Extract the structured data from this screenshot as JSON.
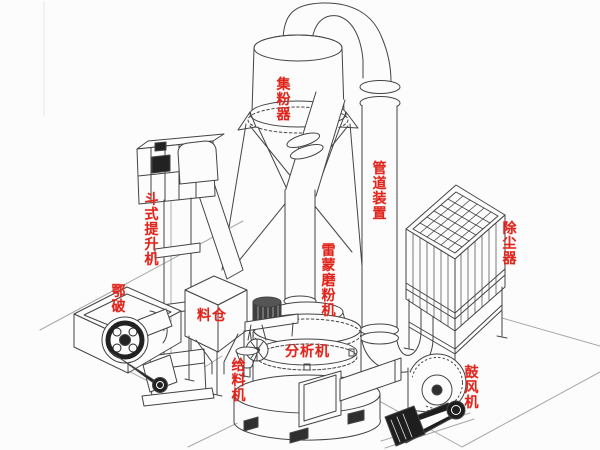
{
  "diagram": {
    "kind": "isometric technical line drawing of Raymond mill grinding production line",
    "background_color": "#fcfcfc",
    "line_color": "#444444",
    "label_color": "#e0251c",
    "labels": [
      {
        "name": "cyclone-powder-collector",
        "text": "集粉器",
        "orientation": "vertical"
      },
      {
        "name": "pipe-device",
        "text": "管道装置",
        "orientation": "vertical"
      },
      {
        "name": "dust-collector",
        "text": "除尘器",
        "orientation": "vertical"
      },
      {
        "name": "bucket-elevator",
        "text": "斗式提升机",
        "orientation": "vertical"
      },
      {
        "name": "jaw-crusher",
        "text": "鄂破",
        "orientation": "vertical"
      },
      {
        "name": "material-hopper",
        "text": "料仓",
        "orientation": "horizontal"
      },
      {
        "name": "raymond-mill",
        "text": "雷蒙磨粉机",
        "orientation": "vertical"
      },
      {
        "name": "analyzer",
        "text": "分析机",
        "orientation": "horizontal"
      },
      {
        "name": "feeder",
        "text": "给料机",
        "orientation": "vertical"
      },
      {
        "name": "blower",
        "text": "鼓风机",
        "orientation": "vertical"
      }
    ]
  }
}
